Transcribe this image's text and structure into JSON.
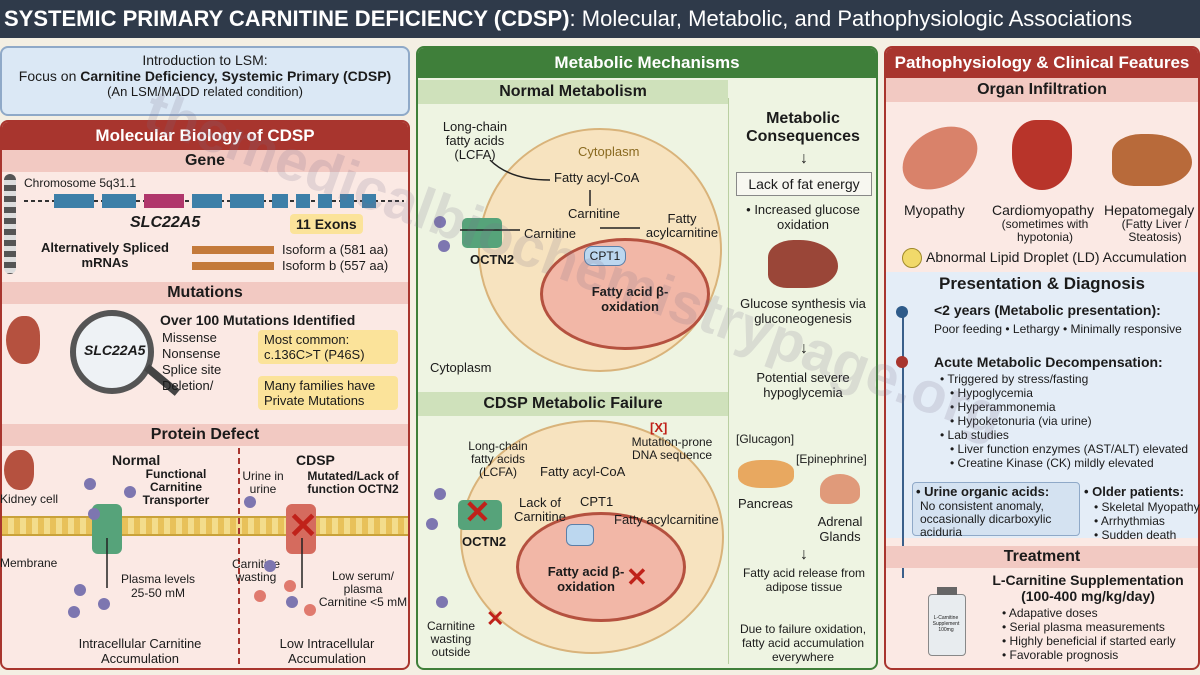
{
  "title": {
    "bold": "SYSTEMIC PRIMARY CARNITINE DEFICIENCY (CDSP)",
    "rest": ": Molecular, Metabolic, and Pathophysiologic Associations"
  },
  "intro": {
    "line1": "Introduction to LSM:",
    "line2_prefix": "Focus on ",
    "line2_bold": "Carnitine Deficiency, Systemic Primary (CDSP)",
    "line3": "(An LSM/MADD related condition)"
  },
  "molecular": {
    "header": "Molecular Biology of CDSP",
    "gene": {
      "header": "Gene",
      "chromosome": "Chromosome 5q31.1",
      "name": "SLC22A5",
      "exons": "11 Exons",
      "alt": "Alternatively Spliced mRNAs",
      "iso_a": "Isoform a (581 aa)",
      "iso_b": "Isoform b (557 aa)"
    },
    "mutations": {
      "header": "Mutations",
      "lens_label": "SLC22A5",
      "heading": "Over 100 Mutations Identified",
      "types": [
        "Missense",
        "Nonsense",
        "Splice site",
        "Deletion/"
      ],
      "common_label": "Most common:",
      "common_value": "c.136C>T (P46S)",
      "private": "Many families have Private Mutations"
    },
    "protein": {
      "header": "Protein Defect",
      "kidney": "Kidney cell",
      "membrane": "Membrane",
      "normal": "Normal",
      "functional": "Functional Carnitine Transporter",
      "plasma": "Plasma levels 25-50 mM",
      "intracellular": "Intracellular Carnitine Accumulation",
      "cdsp": "CDSP",
      "urine": "Urine in urine",
      "mutated": "Mutated/Lack of function OCTN2",
      "wasting": "Carnitine wasting",
      "low_serum": "Low serum/ plasma Carnitine <5 mM",
      "low_intra": "Low Intracellular Accumulation"
    }
  },
  "metabolic": {
    "header": "Metabolic Mechanisms",
    "normal": {
      "header": "Normal Metabolism",
      "lcfa": "Long-chain fatty acids (LCFA)",
      "cytoplasm_top": "Cytoplasm",
      "fatty_acyl_coa": "Fatty acyl-CoA",
      "carnitine_top": "Carnitine",
      "carnitine": "Carnitine",
      "fatty_acylcarnitine": "Fatty acylcarnitine",
      "octn2": "OCTN2",
      "cpt1": "CPT1",
      "beta_ox": "Fatty acid β-oxidation",
      "cytoplasm": "Cytoplasm"
    },
    "failure": {
      "header": "CDSP Metabolic Failure",
      "x_mark": "[X]",
      "mutation_prone": "Mutation-prone DNA sequence",
      "lcfa": "Long-chain fatty acids (LCFA)",
      "fatty_acyl_coa": "Fatty acyl-CoA",
      "lack": "Lack of Carnitine",
      "cpt1": "CPT1",
      "fatty_acylcarnitine": "Fatty acylcarnitine",
      "octn2": "OCTN2",
      "beta_ox": "Fatty acid β-oxidation",
      "wasting": "Carnitine wasting outside"
    },
    "consequences": {
      "header": "Metabolic Consequences",
      "lack_energy": "Lack of fat energy",
      "increased_glucose": "• Increased glucose oxidation",
      "gluconeogenesis": "Glucose synthesis via gluconeogenesis",
      "hypoglycemia": "Potential severe hypoglycemia",
      "glucagon": "[Glucagon]",
      "epinephrine": "[Epinephrine]",
      "pancreas": "Pancreas",
      "adrenal": "Adrenal Glands",
      "fa_release": "Fatty acid release from adipose tissue",
      "failure_text": "Due to failure oxidation, fatty acid accumulation everywhere"
    }
  },
  "patho": {
    "header": "Pathophysiology & Clinical Features",
    "organ_header": "Organ Infiltration",
    "myopathy": "Myopathy",
    "cardio": "Cardiomyopathy",
    "cardio_sub": "(sometimes with hypotonia)",
    "hepato": "Hepatomegaly",
    "hepato_sub": "(Fatty Liver / Steatosis)",
    "lipid": "Abnormal Lipid Droplet (LD) Accumulation",
    "presentation": {
      "header": "Presentation & Diagnosis",
      "under2": "<2 years (Metabolic presentation):",
      "under2_detail": "Poor feeding  • Lethargy  • Minimally responsive",
      "acute": "Acute Metabolic Decompensation:",
      "acute_items": [
        "• Triggered by stress/fasting",
        "• Hypoglycemia",
        "• Hyperammonemia",
        "• Hypoketonuria (via urine)",
        "• Lab studies",
        "• Liver function enzymes (AST/ALT) elevated",
        "• Creatine Kinase (CK) mildly elevated"
      ],
      "urine_header": "• Urine organic acids:",
      "urine_text": "No consistent anomaly, occasionally dicarboxylic aciduria",
      "older_header": "• Older patients:",
      "older_items": [
        "• Skeletal Myopathy",
        "• Arrhythmias",
        "• Sudden death"
      ]
    },
    "treatment": {
      "header": "Treatment",
      "line1": "L-Carnitine Supplementation",
      "line2": "(100-400 mg/kg/day)",
      "items": [
        "• Adapative doses",
        "• Serial plasma measurements",
        "• Highly beneficial if started early",
        "• Favorable prognosis"
      ],
      "bottle": "L-Carnitine Supplement 100mg"
    }
  },
  "watermark": "themedicalbiochemistrypage.org",
  "colors": {
    "title_bg": "#2f3a4a",
    "red_header": "#a8352e",
    "green_header": "#3f7f3a",
    "blue_bg": "#dbe8f5",
    "pink_bg": "#fbe9e4",
    "green_bg": "#eef4e2"
  }
}
